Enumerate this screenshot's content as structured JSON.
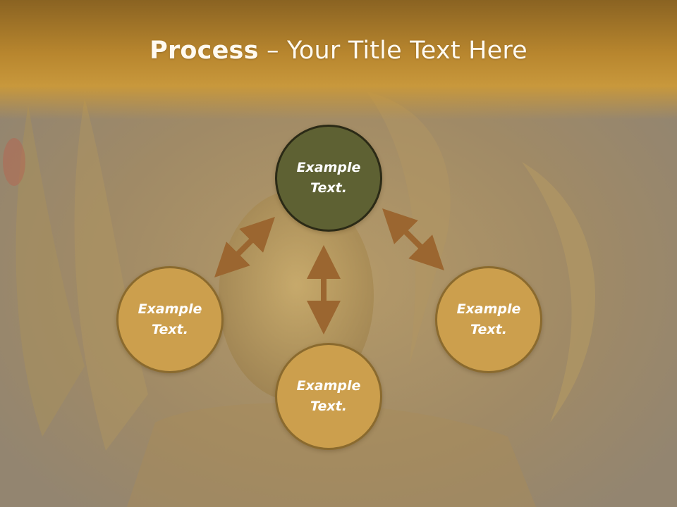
{
  "title": {
    "strong": "Process",
    "rest": " – Your Title Text Here"
  },
  "nodes": {
    "top": "Example Text.",
    "left": "Example Text.",
    "right": "Example Text.",
    "bottom": "Example Text."
  },
  "colors": {
    "title_band": "#b8862e",
    "node_gold": "#cc9f4d",
    "node_olive": "#5e6133",
    "arrow": "#9b6630",
    "title_text": "#fffaf0"
  },
  "icons": [
    "double-arrow-icon"
  ]
}
